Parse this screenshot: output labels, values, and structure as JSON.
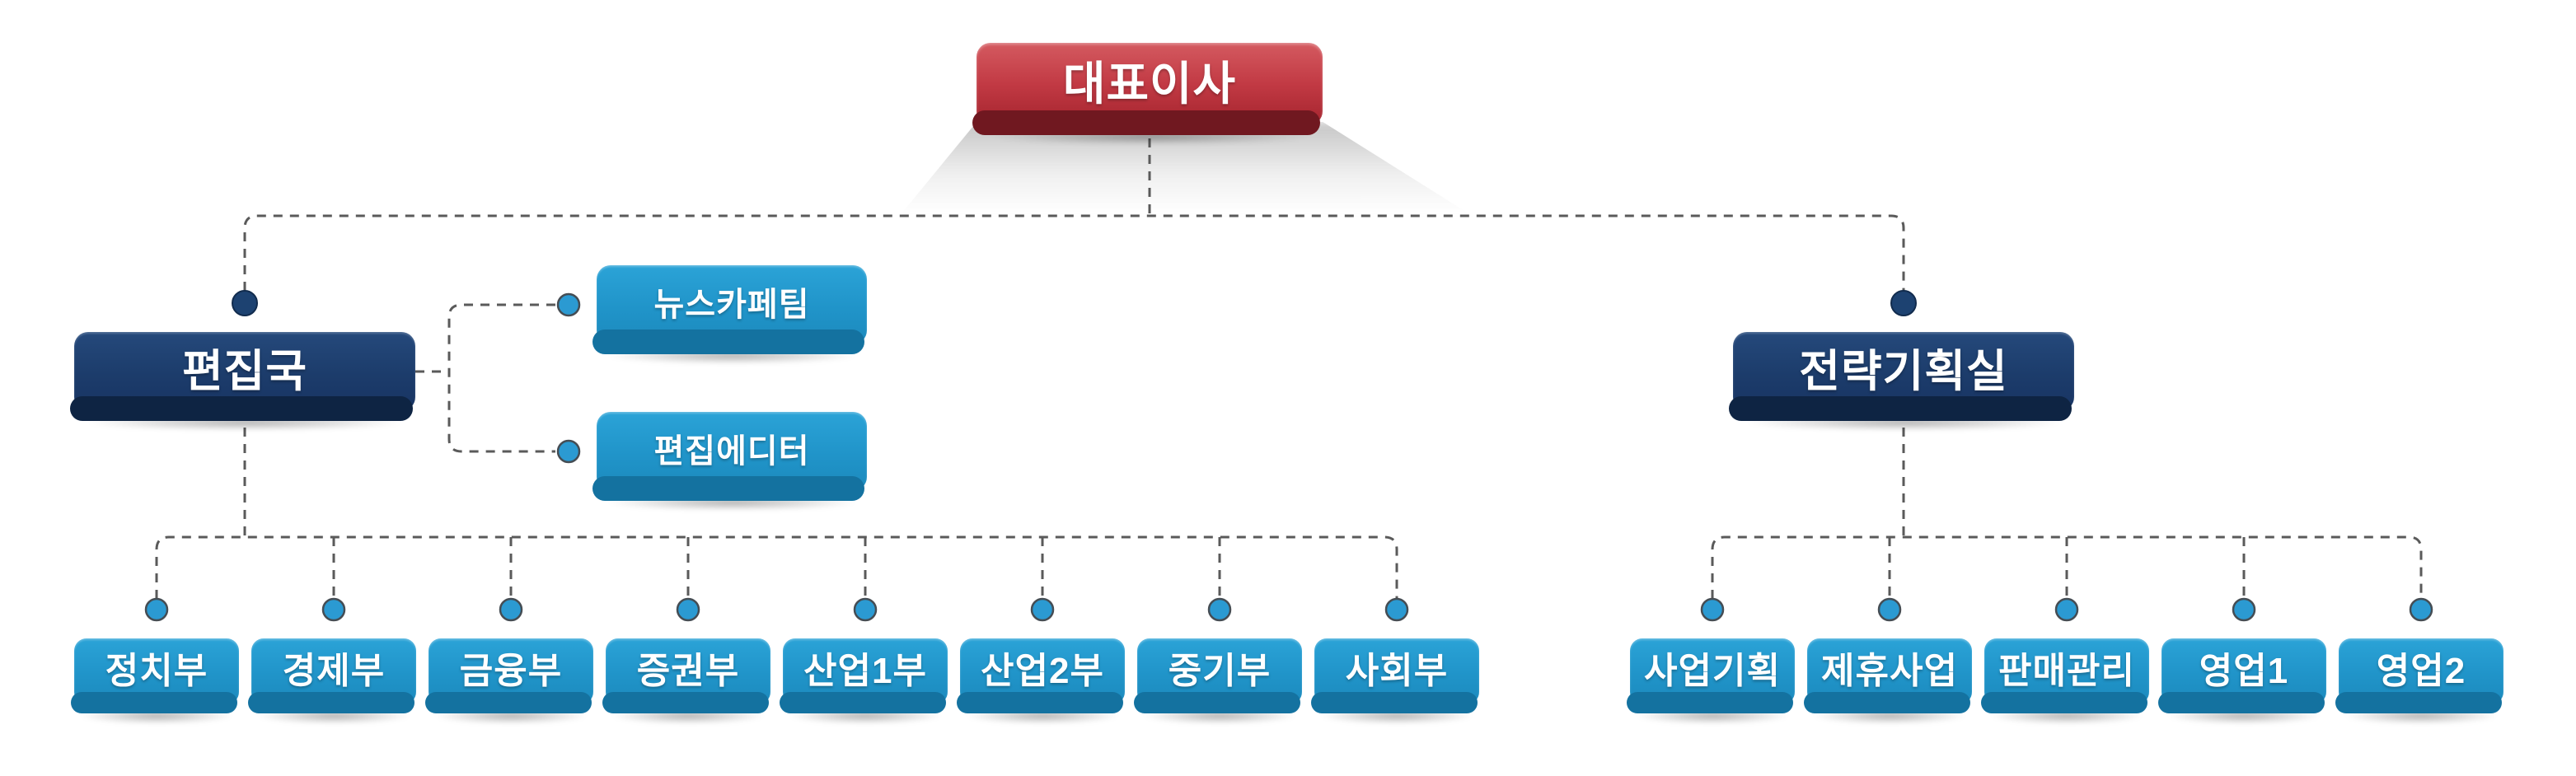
{
  "org": {
    "root": {
      "label": "대표이사"
    },
    "left_division": {
      "label": "편집국",
      "subteams": [
        {
          "label": "뉴스카페팀"
        },
        {
          "label": "편집에디터"
        }
      ],
      "departments": [
        {
          "label": "정치부"
        },
        {
          "label": "경제부"
        },
        {
          "label": "금융부"
        },
        {
          "label": "증권부"
        },
        {
          "label": "산업1부"
        },
        {
          "label": "산업2부"
        },
        {
          "label": "중기부"
        },
        {
          "label": "사회부"
        }
      ]
    },
    "right_division": {
      "label": "전략기획실",
      "departments": [
        {
          "label": "사업기획"
        },
        {
          "label": "제휴사업"
        },
        {
          "label": "판매관리"
        },
        {
          "label": "영업1"
        },
        {
          "label": "영업2"
        }
      ]
    }
  },
  "colors": {
    "root_red": "#b5303a",
    "division_navy": "#1c3e6e",
    "department_blue": "#2196cb",
    "connector_gray": "#5a5a5a",
    "text": "#ffffff"
  }
}
